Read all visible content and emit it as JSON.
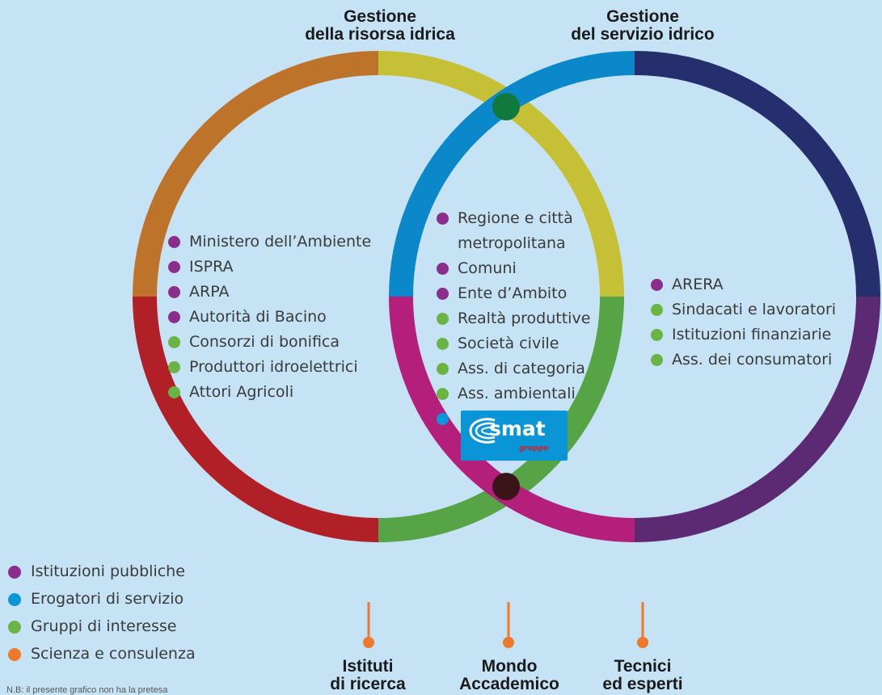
{
  "headings": {
    "left": [
      "Gestione",
      "della risorsa idrica"
    ],
    "right": [
      "Gestione",
      "del servizio idrico"
    ]
  },
  "left_list": [
    {
      "label": "Ministero dell’Ambiente",
      "color": "#8b2d8b"
    },
    {
      "label": "ISPRA",
      "color": "#8b2d8b"
    },
    {
      "label": "ARPA",
      "color": "#8b2d8b"
    },
    {
      "label": "Autorità di Bacino",
      "color": "#8b2d8b"
    },
    {
      "label": "Consorzi di bonifica",
      "color": "#6ab446"
    },
    {
      "label": "Produttori idroelettrici",
      "color": "#6ab446"
    },
    {
      "label": "Attori Agricoli",
      "color": "#6ab446"
    }
  ],
  "center_list": {
    "regione": [
      "Regione  e città",
      "metropolitana"
    ],
    "items": [
      {
        "label": "Comuni",
        "color": "#8b2d8b"
      },
      {
        "label": "Ente d’Ambito",
        "color": "#8b2d8b"
      },
      {
        "label": "Realtà produttive",
        "color": "#6ab446"
      },
      {
        "label": "Società civile",
        "color": "#6ab446"
      },
      {
        "label": "Ass. di categoria",
        "color": "#6ab446"
      },
      {
        "label": "Ass. ambientali",
        "color": "#6ab446"
      }
    ],
    "logo": {
      "word": "smat",
      "sub": "gruppo"
    }
  },
  "right_list": [
    {
      "label": "ARERA",
      "color": "#8b2d8b"
    },
    {
      "label": "Sindacati e lavoratori",
      "color": "#6ab446"
    },
    {
      "label": "Istituzioni finanziarie",
      "color": "#6ab446"
    },
    {
      "label": "Ass. dei consumatori",
      "color": "#6ab446"
    }
  ],
  "legend": [
    {
      "label": "Istituzioni pubbliche",
      "color": "#8b2d8b"
    },
    {
      "label": "Erogatori di servizio",
      "color": "#0a97d8"
    },
    {
      "label": "Gruppi di interesse",
      "color": "#6ab446"
    },
    {
      "label": "Scienza e consulenza",
      "color": "#ec7a2a"
    }
  ],
  "stakeholders": [
    [
      "Istituti",
      "di ricerca"
    ],
    [
      "Mondo",
      "Accademico"
    ],
    [
      "Tecnici",
      "ed esperti"
    ]
  ],
  "note": "N.B: il presente grafico non ha la pretesa"
}
